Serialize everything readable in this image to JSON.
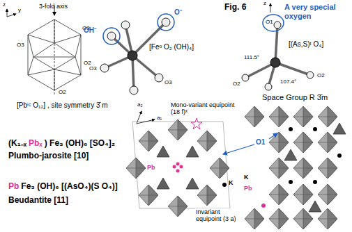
{
  "diagram": {
    "title": "Fig. 6",
    "labels": [
      "z",
      "y",
      "3-fold axis",
      "O3",
      "O3",
      "O2",
      "O2",
      "[Pbⁱᶜ O₁₂] , site symmetry 3̄ m",
      "O⁻",
      "OH⁻",
      "[Feᵒ O₂ (OH)₄]",
      "O3",
      "O3",
      "z",
      "A very special oxygen",
      "O1",
      "[(As,S)ᵗ O₄]",
      "111.5°",
      "107.4°",
      "O2",
      "O2",
      "Space Group  R 3̄m",
      "(K₁₋ₓ",
      "Pbₓ",
      ") Fe₃ (OH)₆ [SO₄]₂",
      "Plumbo-jarosite [10]",
      "Pb",
      "Fe₃ (OH)₆ [(AsO₄)(S O₄)]",
      "Beudantite [11]",
      "Mono-variant equipoint (18 f)ˣ",
      "a₁",
      "a₂",
      "Pb",
      "K",
      "Invariant equipoint (3 a)",
      "O1",
      "K",
      "Pb"
    ]
  }
}
